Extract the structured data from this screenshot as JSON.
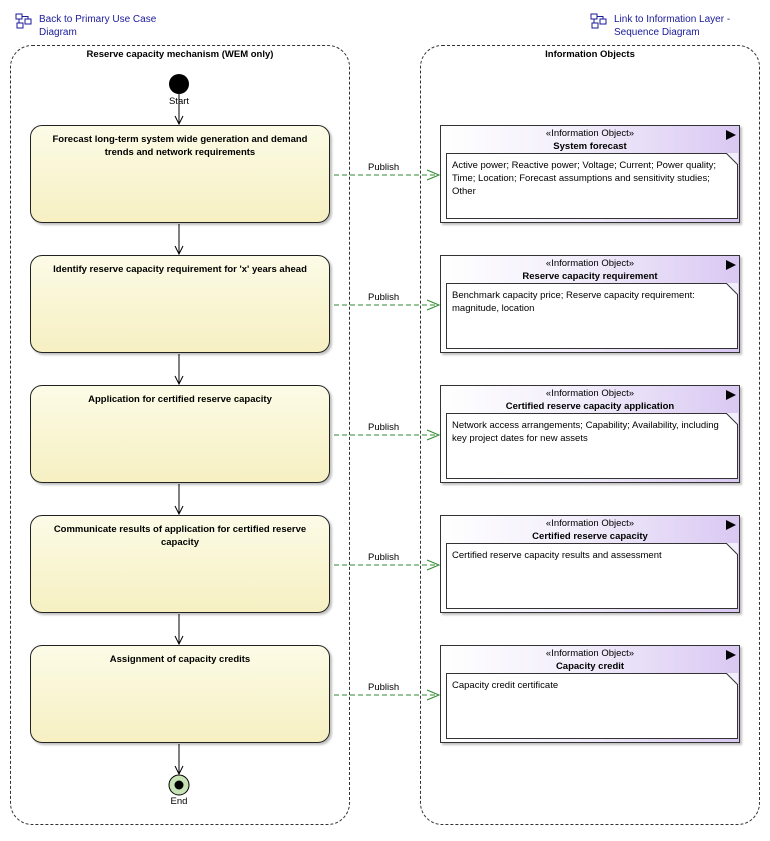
{
  "links": {
    "back": {
      "label": "Back to Primary Use Case\nDiagram",
      "icon": "diagram-link-icon"
    },
    "info": {
      "label": "Link to Information Layer -\nSequence Diagram",
      "icon": "diagram-link-icon"
    }
  },
  "lanes": {
    "left_title": "Reserve capacity mechanism (WEM only)",
    "right_title": "Information Objects"
  },
  "nodes": {
    "start_label": "Start",
    "end_label": "End"
  },
  "activities": [
    {
      "label": "Forecast long-term system wide generation and demand trends and network requirements"
    },
    {
      "label": "Identify reserve capacity requirement for 'x' years ahead"
    },
    {
      "label": "Application for certified reserve capacity"
    },
    {
      "label": "Communicate results of application for certified reserve capacity"
    },
    {
      "label": "Assignment of capacity credits"
    }
  ],
  "flow_label": "Publish",
  "info_objects": [
    {
      "stereotype": "«Information Object»",
      "name": "System forecast",
      "note": "Active power; Reactive power; Voltage; Current; Power quality; Time; Location; Forecast assumptions and sensitivity studies; Other"
    },
    {
      "stereotype": "«Information Object»",
      "name": "Reserve capacity requirement",
      "note": "Benchmark capacity price; Reserve capacity requirement: magnitude, location"
    },
    {
      "stereotype": "«Information Object»",
      "name": "Certified reserve capacity application",
      "note": "Network access arrangements; Capability; Availability, including key project dates for new assets"
    },
    {
      "stereotype": "«Information Object»",
      "name": "Certified reserve capacity",
      "note": "Certified reserve capacity results and assessment"
    },
    {
      "stereotype": "«Information Object»",
      "name": "Capacity credit",
      "note": "Capacity credit certificate"
    }
  ],
  "colors": {
    "activity_fill": "#f6f0c2",
    "io_fill": "#d9c8f2",
    "flow_line": "#2e8b2e",
    "link_text": "#1a1a9a"
  }
}
